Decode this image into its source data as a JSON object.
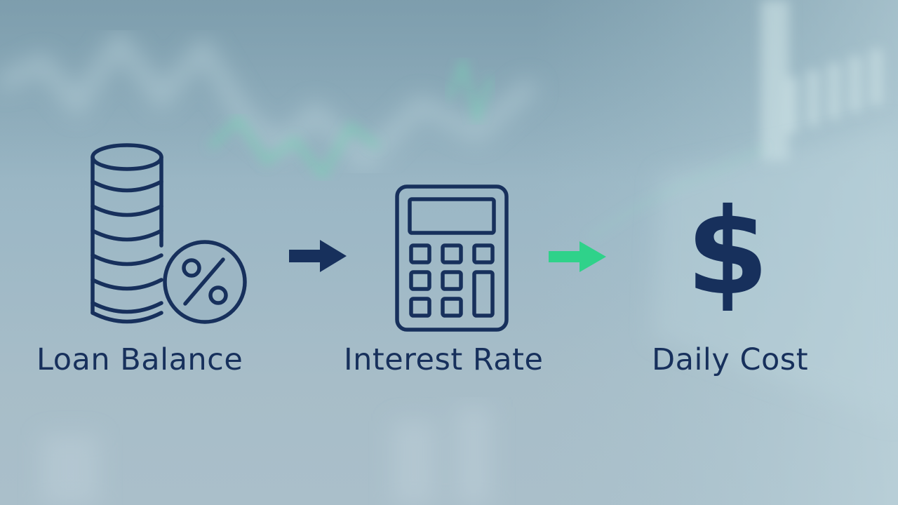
{
  "colors": {
    "primary": "#17305c",
    "accent": "#2fd28a",
    "background": "#9db8c6"
  },
  "steps": [
    {
      "label": "Loan Balance",
      "icon": "coin-stack-percent-icon"
    },
    {
      "label": "Interest Rate",
      "icon": "calculator-icon"
    },
    {
      "label": "Daily Cost",
      "icon": "dollar-sign-icon"
    }
  ],
  "connectors": [
    {
      "icon": "arrow-right-icon",
      "color": "#17305c"
    },
    {
      "icon": "arrow-right-icon",
      "color": "#2fd28a"
    }
  ],
  "dollar_symbol": "$"
}
